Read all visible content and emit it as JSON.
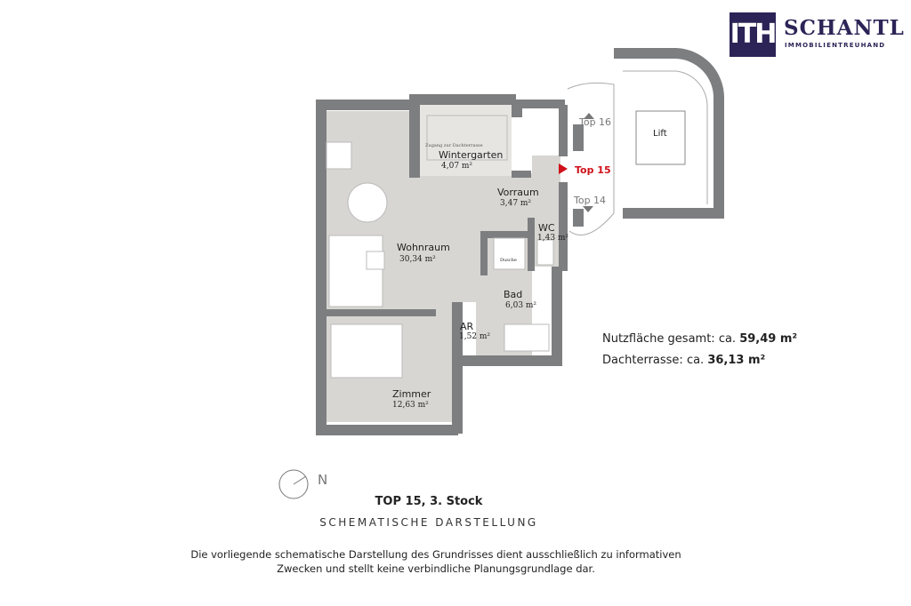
{
  "logo": {
    "mark": "ITH",
    "name": "SCHANTL",
    "tagline": "IMMOBILIENTREUHAND",
    "color": "#2c2456"
  },
  "rooms": [
    {
      "name": "Wintergarten",
      "area": "4,07 m²",
      "note": "Zugang zur Dachterrasse"
    },
    {
      "name": "Vorraum",
      "area": "3,47 m²"
    },
    {
      "name": "Wohnraum",
      "area": "30,34 m²"
    },
    {
      "name": "WC",
      "area": "1,43 m²"
    },
    {
      "name": "Bad",
      "area": "6,03 m²"
    },
    {
      "name": "AR",
      "area": "1,52 m²"
    },
    {
      "name": "Zimmer",
      "area": "12,63 m²"
    }
  ],
  "fixtures": {
    "shower": "Dusche",
    "lift": "Lift"
  },
  "units": {
    "top16": "Top 16",
    "top15": "Top 15",
    "top14": "Top 14"
  },
  "accent_color": "#d0101a",
  "stats": {
    "nutz_label": "Nutzfläche gesamt: ca.",
    "nutz_value": "59,49 m²",
    "dach_label": "Dachterrasse: ca.",
    "dach_value": "36,13 m²"
  },
  "compass": "N",
  "title": "TOP 15, 3. Stock",
  "subtitle": "SCHEMATISCHE DARSTELLUNG",
  "disclaimer_1": "Die vorliegende schematische Darstellung des Grundrisses dient ausschließlich zu informativen",
  "disclaimer_2": "Zwecken und stellt keine verbindliche Planungsgrundlage dar."
}
